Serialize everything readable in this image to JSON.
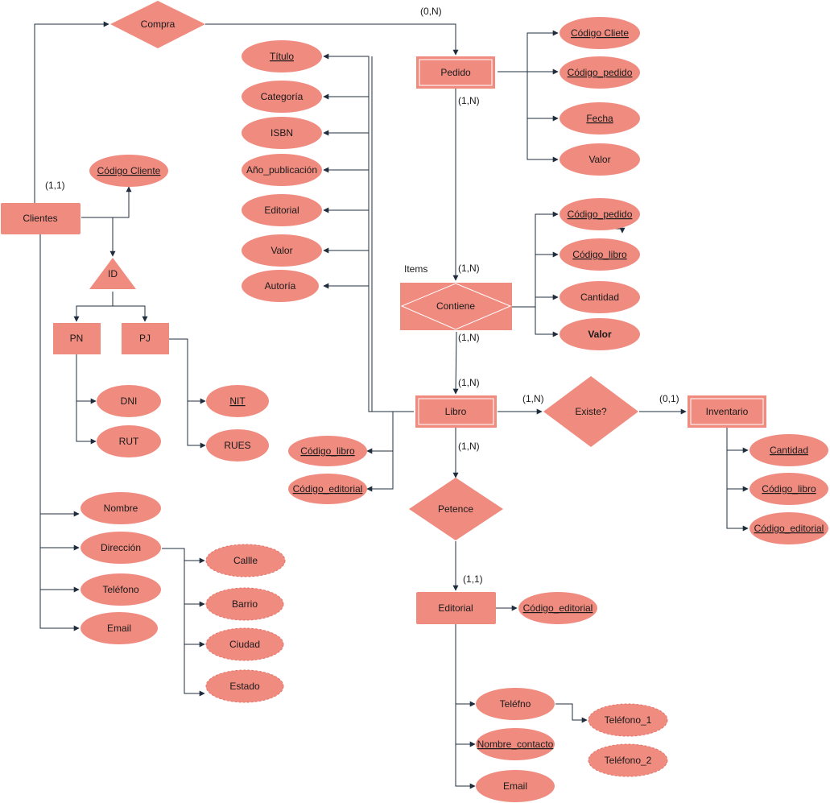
{
  "colors": {
    "fill": "#f08b80",
    "line": "#1f2d3d",
    "text": "#1a1a1a"
  },
  "entities": {
    "clientes": "Clientes",
    "pedido": "Pedido",
    "libro": "Libro",
    "inventario": "Inventario",
    "editorial": "Editorial",
    "pn": "PN",
    "pj": "PJ"
  },
  "relationships": {
    "compra": "Compra",
    "contiene": "Contiene",
    "existe": "Existe?",
    "petence": "Petence",
    "id": "ID"
  },
  "attributes": {
    "codigo_cliente": "Código Cliente",
    "pedido_codigo_cliete": "Código Cliete",
    "pedido_codigo_pedido": "Código_pedido",
    "pedido_fecha": "Fecha",
    "pedido_valor": "Valor",
    "libro_titulo": "Título",
    "libro_categoria": "Categoría",
    "libro_isbn": "ISBN",
    "libro_anio": "Año_publicación",
    "libro_editorial": "Editorial",
    "libro_valor": "Valor",
    "libro_autoria": "Autoría",
    "items_codigo_pedido": "Código_pedido",
    "items_codigo_libro": "Código_libro",
    "items_cantidad": "Cantidad",
    "items_valor": "Valor",
    "libro_codigo_libro": "Código_libro",
    "libro_codigo_editorial": "Código_editorial",
    "inv_cantidad": "Cantidad",
    "inv_codigo_libro": "Código_libro",
    "inv_codigo_editorial": "Código_editorial",
    "pn_dni": "DNI",
    "pn_rut": "RUT",
    "pj_nit": "NIT",
    "pj_rues": "RUES",
    "cli_nombre": "Nombre",
    "cli_direccion": "Dirección",
    "cli_telefono": "Teléfono",
    "cli_email": "Email",
    "dir_calle": "Callle",
    "dir_barrio": "Barrio",
    "dir_ciudad": "Ciudad",
    "dir_estado": "Estado",
    "ed_codigo_editorial": "Código_editorial",
    "ed_telefono": "Teléfno",
    "ed_nombre_contacto": "Nombre_contacto",
    "ed_email": "Email",
    "tel_1": "Teléfono_1",
    "tel_2": "Teléfono_2"
  },
  "labels": {
    "items": "Items",
    "card_compra_pedido": "(0,N)",
    "card_clientes": "(1,1)",
    "card_pedido_contiene": "(1,N)",
    "card_contiene_top": "(1,N)",
    "card_contiene_bottom": "(1,N)",
    "card_libro_top": "(1,N)",
    "card_libro_existe": "(1,N)",
    "card_inventario": "(0,1)",
    "card_libro_petence": "(1,N)",
    "card_editorial": "(1,1)"
  }
}
